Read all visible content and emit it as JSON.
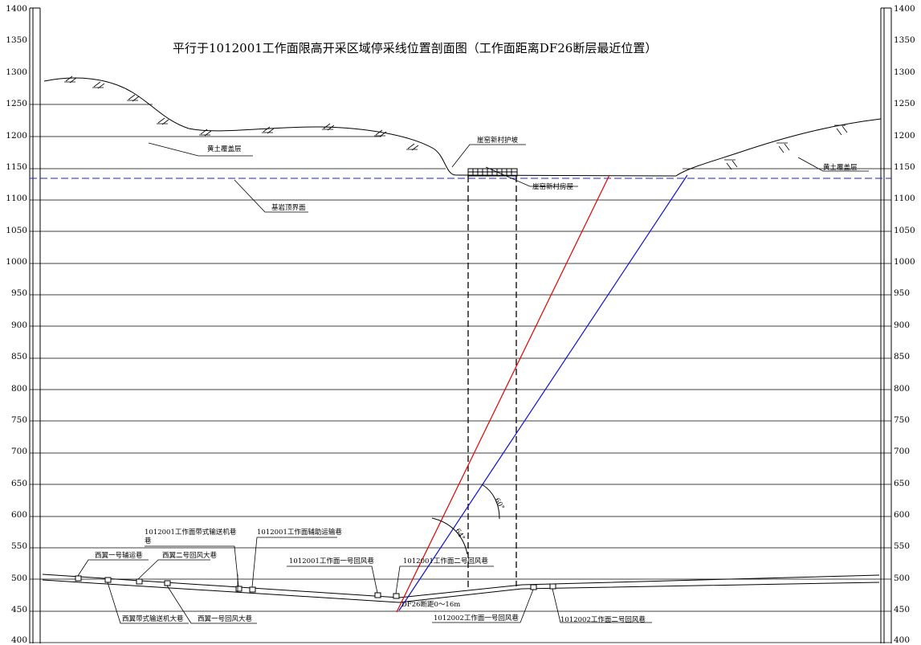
{
  "title": "平行于1012001工作面限高开采区域停采线位置剖面图（工作面距离DF26断层最近位置）",
  "axis": {
    "ticks": [
      "1400",
      "1350",
      "1300",
      "1250",
      "1200",
      "1150",
      "1100",
      "1050",
      "1000",
      "950",
      "900",
      "850",
      "800",
      "750",
      "700",
      "650",
      "600",
      "550",
      "500",
      "450",
      "400"
    ]
  },
  "labels": {
    "loess_left": "黄土覆盖层",
    "loess_right": "黄土覆盖层",
    "bedrock": "基岩顶界面",
    "village_slope": "崖窑新村护坡",
    "village_house": "崖窑新村房屋",
    "conveyor_roadway": "1012001工作面带式输送机巷",
    "aux_roadway": "1012001工作面辅助运输巷",
    "w1_aux": "西翼一号辅运巷",
    "w2_return": "西翼二号回风大巷",
    "w1_return_airway": "1012001工作面一号回风巷",
    "w2_return_airway": "1012001工作面二号回风巷",
    "belt_main": "西翼带式输送机大巷",
    "w1_return_main": "西翼一号回风大巷",
    "fault_distance": "DF26断距0～16m",
    "f2_return1": "1012002工作面一号回风巷",
    "f2_return2": "1012002工作面二号回风巷",
    "angle_blue": "60°",
    "angle_red": "64°"
  },
  "colors": {
    "fault_red": "#e00000",
    "fault_blue": "#1010d0",
    "bedrock_line": "#2020c0"
  }
}
